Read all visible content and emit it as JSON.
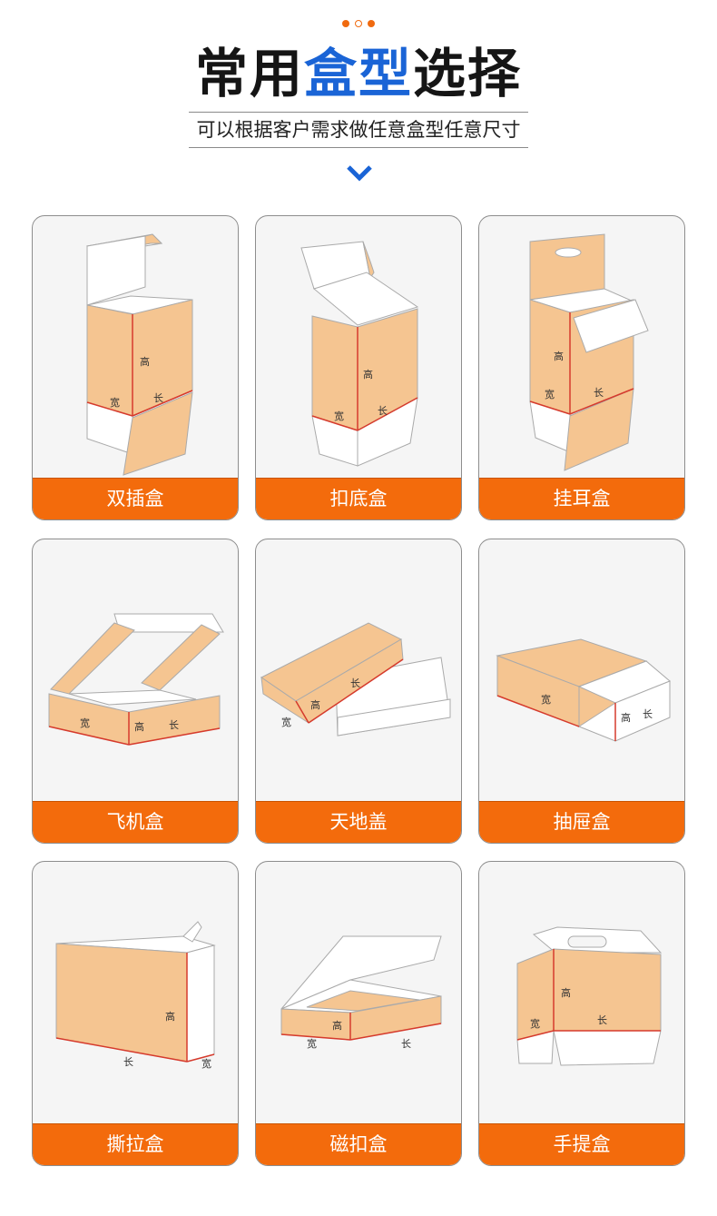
{
  "header": {
    "title_part1": "常用",
    "title_part2": "盒型",
    "title_part3": "选择",
    "subtitle": "可以根据客户需求做任意盒型任意尺寸"
  },
  "dimension_labels": {
    "height": "高",
    "width": "宽",
    "length": "长"
  },
  "box_types": [
    {
      "label": "双插盒",
      "icon": "tuck-end-box-icon"
    },
    {
      "label": "扣底盒",
      "icon": "lock-bottom-box-icon"
    },
    {
      "label": "挂耳盒",
      "icon": "hang-tab-box-icon"
    },
    {
      "label": "飞机盒",
      "icon": "mailer-box-icon"
    },
    {
      "label": "天地盖",
      "icon": "lid-base-box-icon"
    },
    {
      "label": "抽屉盒",
      "icon": "drawer-box-icon"
    },
    {
      "label": "撕拉盒",
      "icon": "tear-strip-box-icon"
    },
    {
      "label": "磁扣盒",
      "icon": "magnetic-box-icon"
    },
    {
      "label": "手提盒",
      "icon": "handle-box-icon"
    }
  ],
  "colors": {
    "accent_orange": "#f36b0c",
    "accent_blue": "#1a64d6",
    "kraft": "#f5c591",
    "edge_red": "#d63a2c"
  }
}
